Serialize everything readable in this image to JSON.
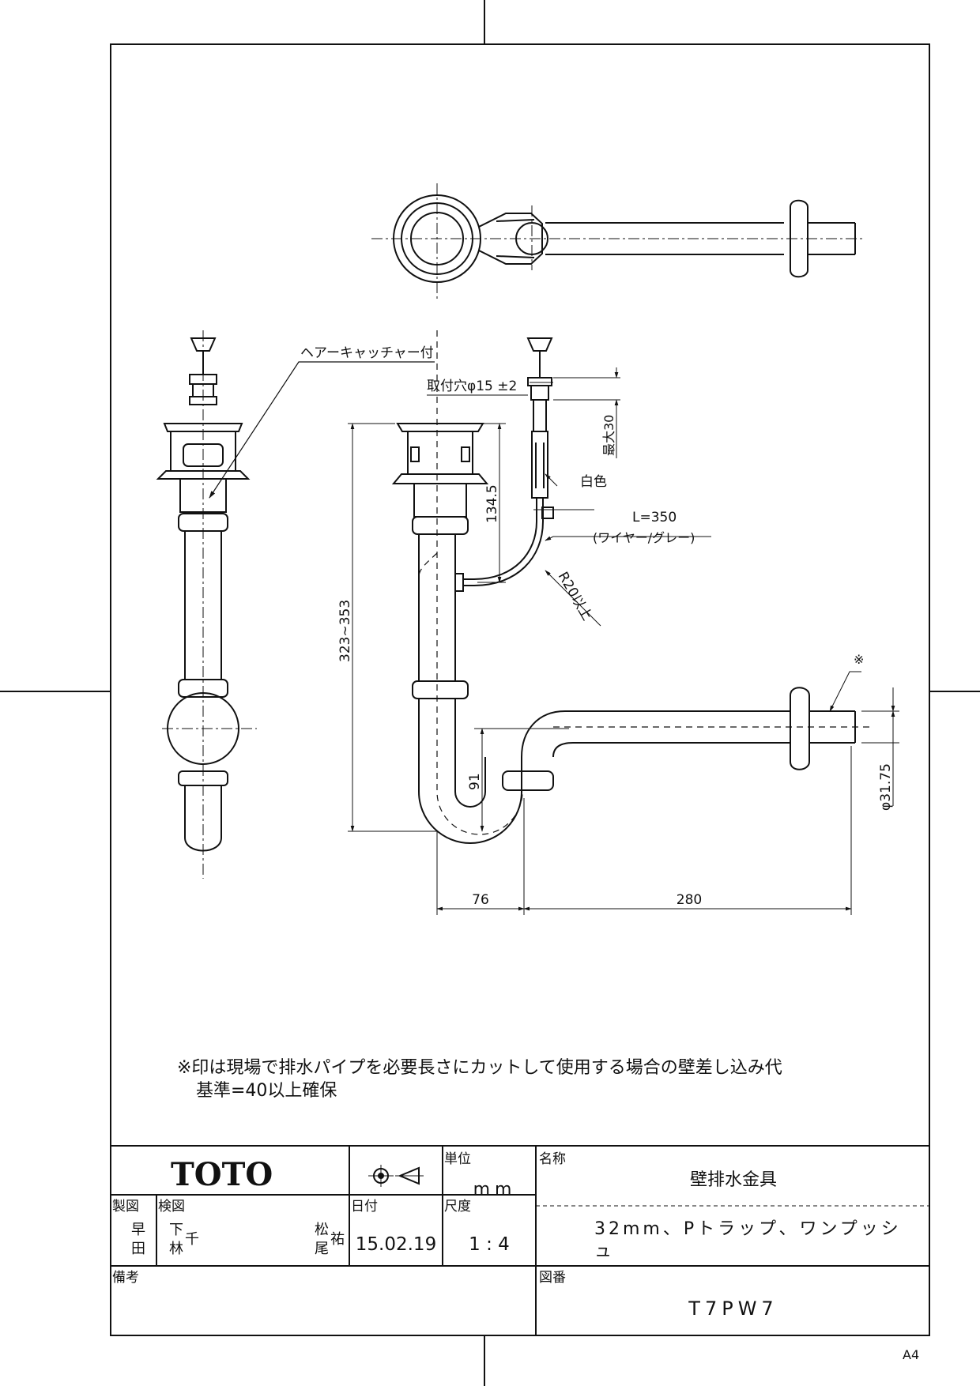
{
  "drawing": {
    "labels": {
      "hair_catcher": "ヘアーキャッチャー付",
      "mounting_hole": "取付穴φ15 ±2",
      "max30": "最大30",
      "white": "白色",
      "wire_length": "L=350",
      "wire_desc": "(ワイヤー/グレー)",
      "radius": "R20以上",
      "asterisk": "※",
      "height_range": "323~353",
      "dim_134": "134.5",
      "dim_91": "91",
      "dim_76": "76",
      "dim_280": "280",
      "dim_dia": "φ31.75"
    },
    "note_line1": "※印は現場で排水パイプを必要長さにカットして使用する場合の壁差し込み代",
    "note_line2": "基準=40以上確保"
  },
  "title_block": {
    "logo": "TOTO",
    "unit_label": "単位",
    "unit_value": "mm",
    "name_label": "名称",
    "name_value": "壁排水金具",
    "spec_line1": "32mm、Pトラップ、ワンプッシ",
    "spec_line2": "ュ",
    "drawn_label": "製図",
    "drawn_name1": "早",
    "drawn_name2": "田",
    "check_label": "検図",
    "check_name_a1": "下",
    "check_name_a2": "林",
    "check_name_a3": "千",
    "check_name_b1": "松",
    "check_name_b2": "尾",
    "check_name_b3": "祐",
    "date_label": "日付",
    "date_value": "15.02.19",
    "scale_label": "尺度",
    "scale_value": "1 : 4",
    "remarks_label": "備考",
    "drawing_no_label": "図番",
    "drawing_no_value": "T7PW7"
  },
  "paper_size": "A4"
}
